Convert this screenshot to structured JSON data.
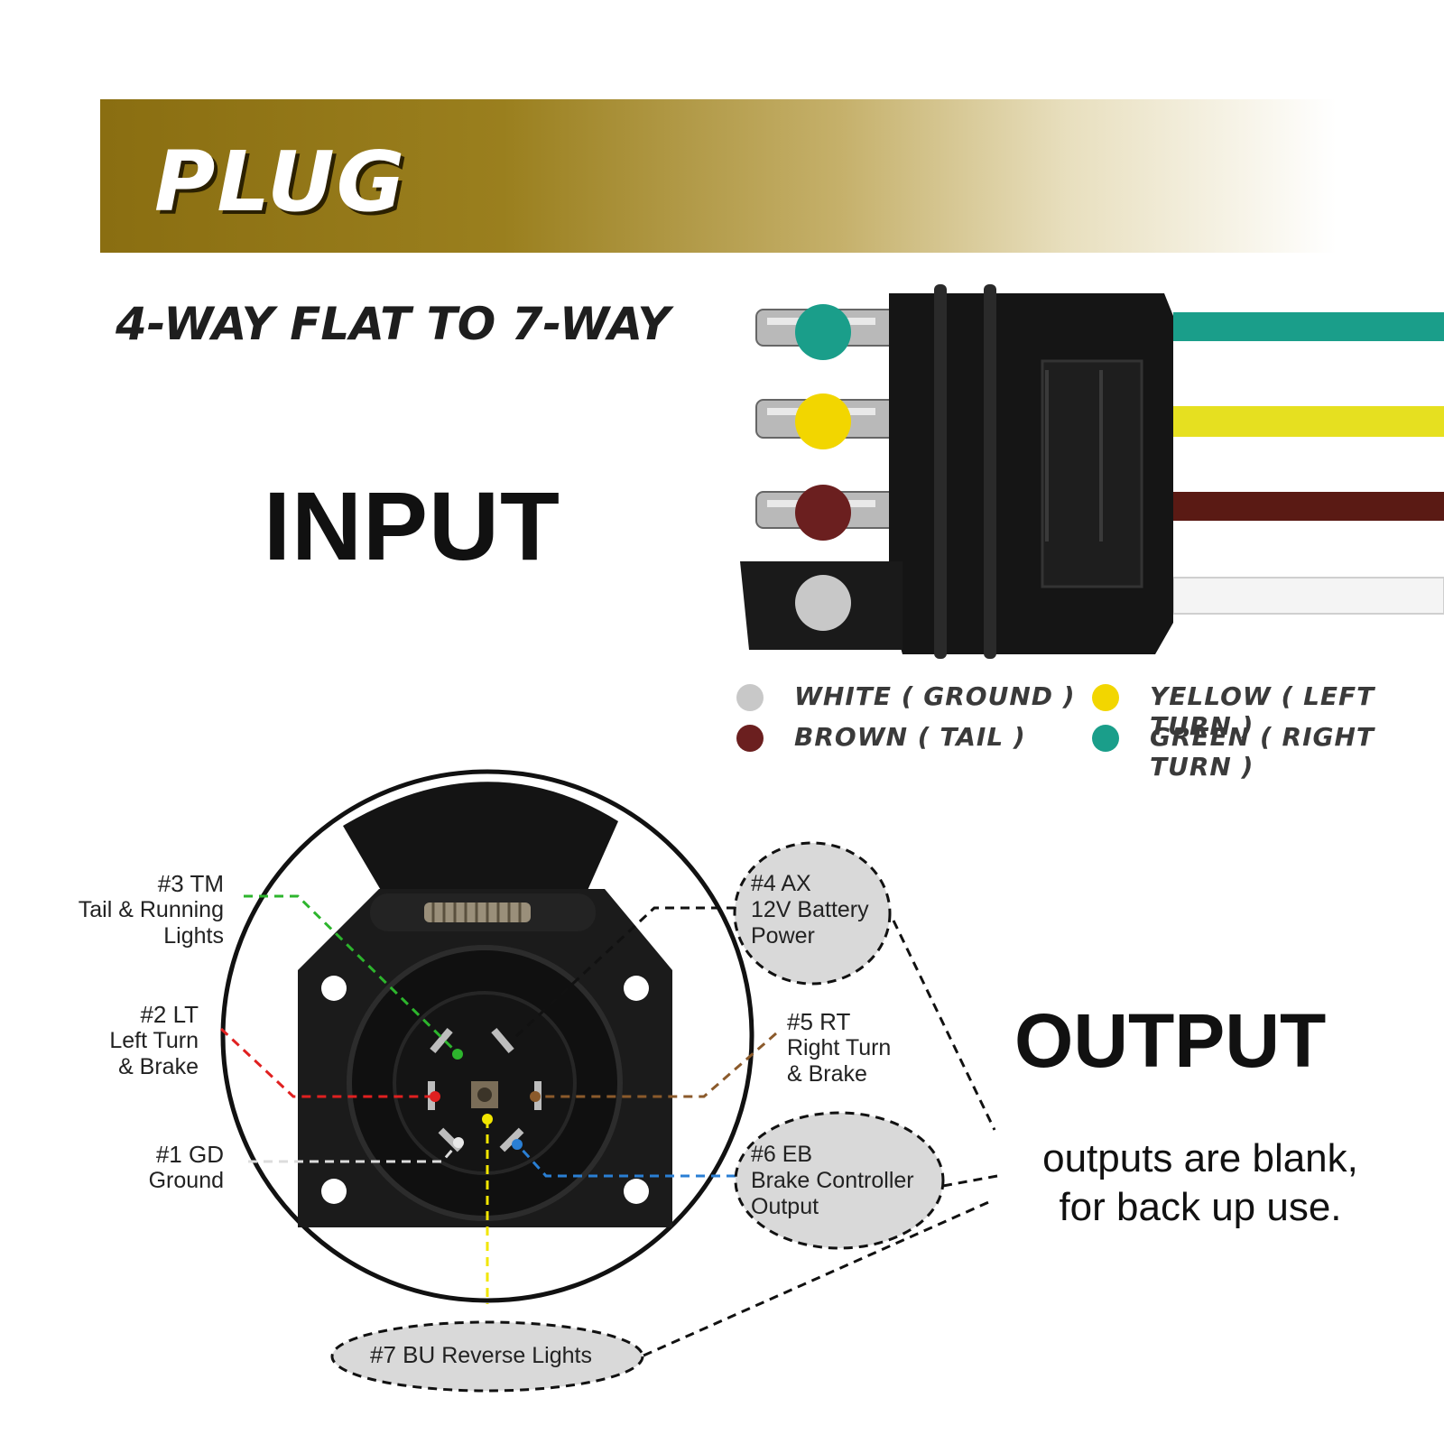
{
  "banner": {
    "title": "PLUG"
  },
  "subtitle": "4-WAY FLAT TO 7-WAY",
  "input_label": "INPUT",
  "output_label": "OUTPUT",
  "output_note": {
    "line1": "outputs are blank,",
    "line2": "for back up use."
  },
  "legend": [
    {
      "label": "WHITE ( GROUND )",
      "color": "#c8c8c8"
    },
    {
      "label": "BROWN ( TAIL )",
      "color": "#6b1f1f"
    },
    {
      "label": "YELLOW ( LEFT TURN )",
      "color": "#f2d600"
    },
    {
      "label": "GREEN ( RIGHT TURN )",
      "color": "#1a9e8a"
    }
  ],
  "pins": {
    "p3": {
      "code": "#3 TM",
      "line1": "Tail & Running",
      "line2": "Lights",
      "color": "#2db52d"
    },
    "p2": {
      "code": "#2 LT",
      "line1": "Left Turn",
      "line2": "& Brake",
      "color": "#e02020"
    },
    "p1": {
      "code": "#1 GD",
      "line1": "Ground",
      "color": "#e8e8e8"
    },
    "p4": {
      "code": "#4 AX",
      "line1": "12V Battery",
      "line2": "Power",
      "color": "#111111"
    },
    "p5": {
      "code": "#5 RT",
      "line1": "Right Turn",
      "line2": "& Brake",
      "color": "#8b5a2b"
    },
    "p6": {
      "code": "#6 EB",
      "line1": "Brake Controller",
      "line2": "Output",
      "color": "#2a7fd4"
    },
    "p7": {
      "code": "#7 BU",
      "line1": "Reverse Lights",
      "color": "#f2e600"
    }
  },
  "wire_colors": {
    "green": "#1a9e8a",
    "yellow": "#e6e020",
    "brown": "#5a1a14",
    "white": "#f4f4f4"
  }
}
